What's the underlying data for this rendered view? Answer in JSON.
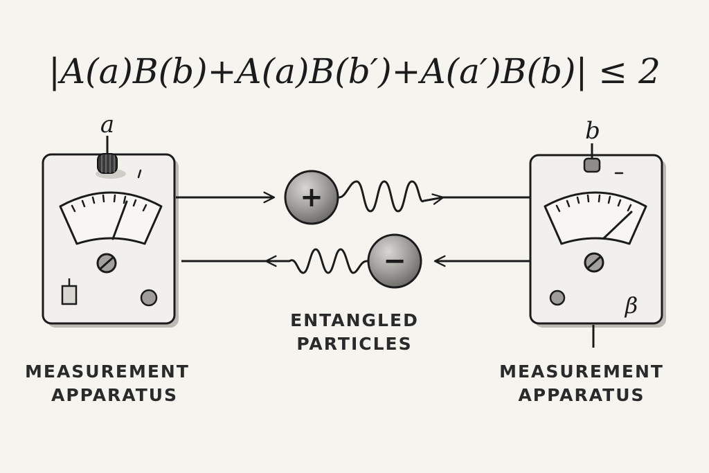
{
  "equation": {
    "text": "|A(a)B(b)+A(a)B(b′)+A(a′)B(b)| ≤ 2"
  },
  "left_apparatus": {
    "setting_label": "a",
    "caption_line1": "MEASUREMENT",
    "caption_line2": "APPARATUS"
  },
  "right_apparatus": {
    "setting_label": "b",
    "corner_symbol": "β",
    "caption_line1": "MEASUREMENT",
    "caption_line2": "APPARATUS"
  },
  "particles": {
    "positive_symbol": "+",
    "negative_symbol": "−",
    "caption_line1": "ENTANGLED",
    "caption_line2": "PARTICLES"
  },
  "colors": {
    "ink": "#1b1b1b",
    "panel": "#f1f0ec",
    "panel_shadow": "#bdbab4",
    "particle": "#9a9894",
    "background": "#f6f4ef"
  }
}
